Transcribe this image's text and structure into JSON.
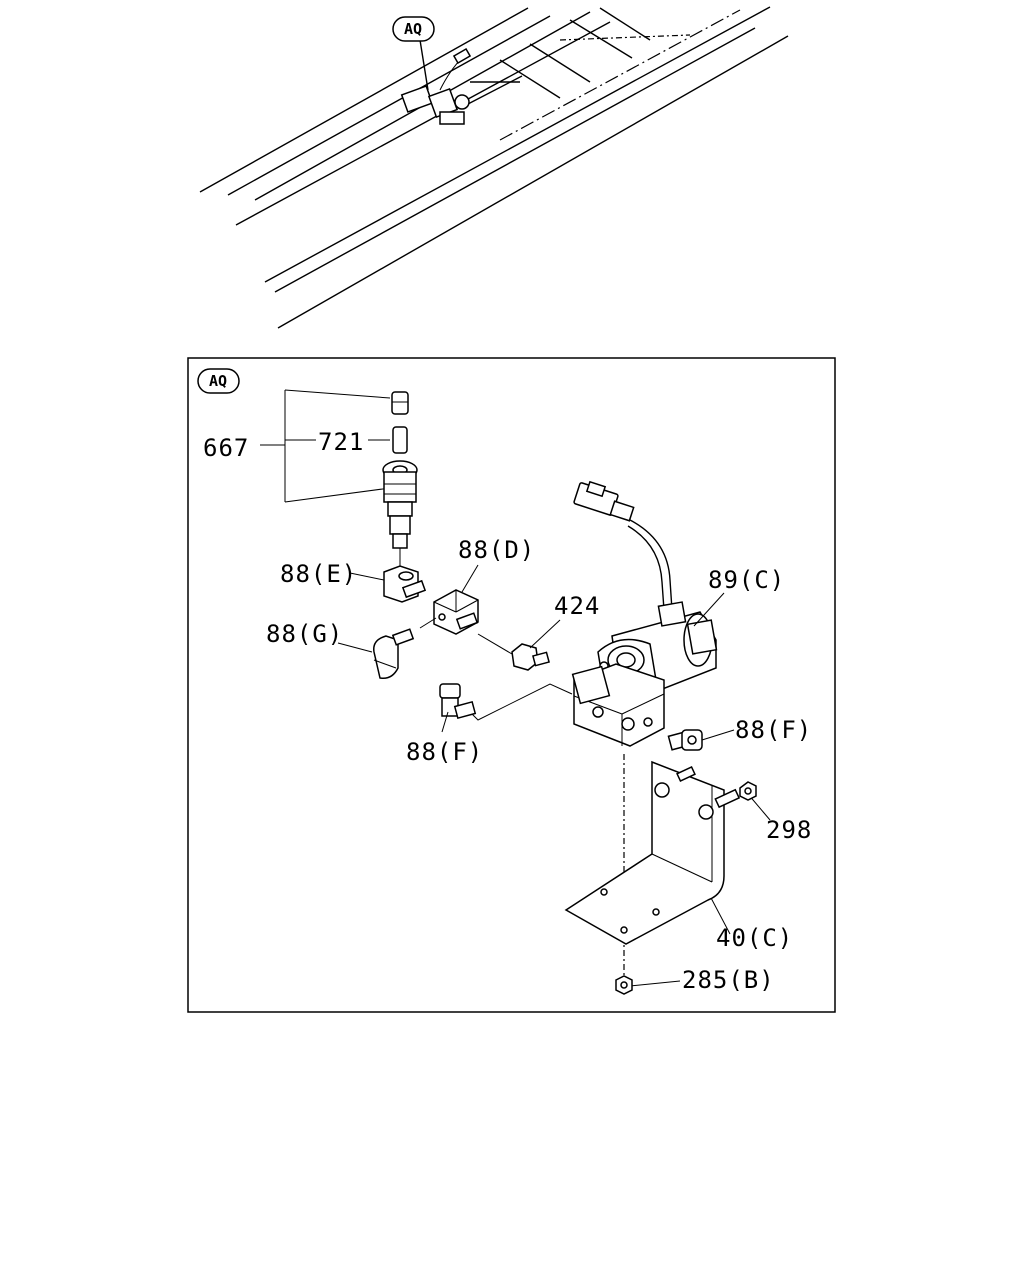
{
  "overview": {
    "callout": "AQ"
  },
  "detail": {
    "tag": "AQ",
    "callouts": [
      {
        "id": "667",
        "text": "667"
      },
      {
        "id": "721",
        "text": "721"
      },
      {
        "id": "88E",
        "text": "88(E)"
      },
      {
        "id": "88D",
        "text": "88(D)"
      },
      {
        "id": "88G",
        "text": "88(G)"
      },
      {
        "id": "424",
        "text": "424"
      },
      {
        "id": "89C",
        "text": "89(C)"
      },
      {
        "id": "88F_right",
        "text": "88(F)"
      },
      {
        "id": "88F_left",
        "text": "88(F)"
      },
      {
        "id": "298",
        "text": "298"
      },
      {
        "id": "40C",
        "text": "40(C)"
      },
      {
        "id": "285B",
        "text": "285(B)"
      }
    ]
  }
}
